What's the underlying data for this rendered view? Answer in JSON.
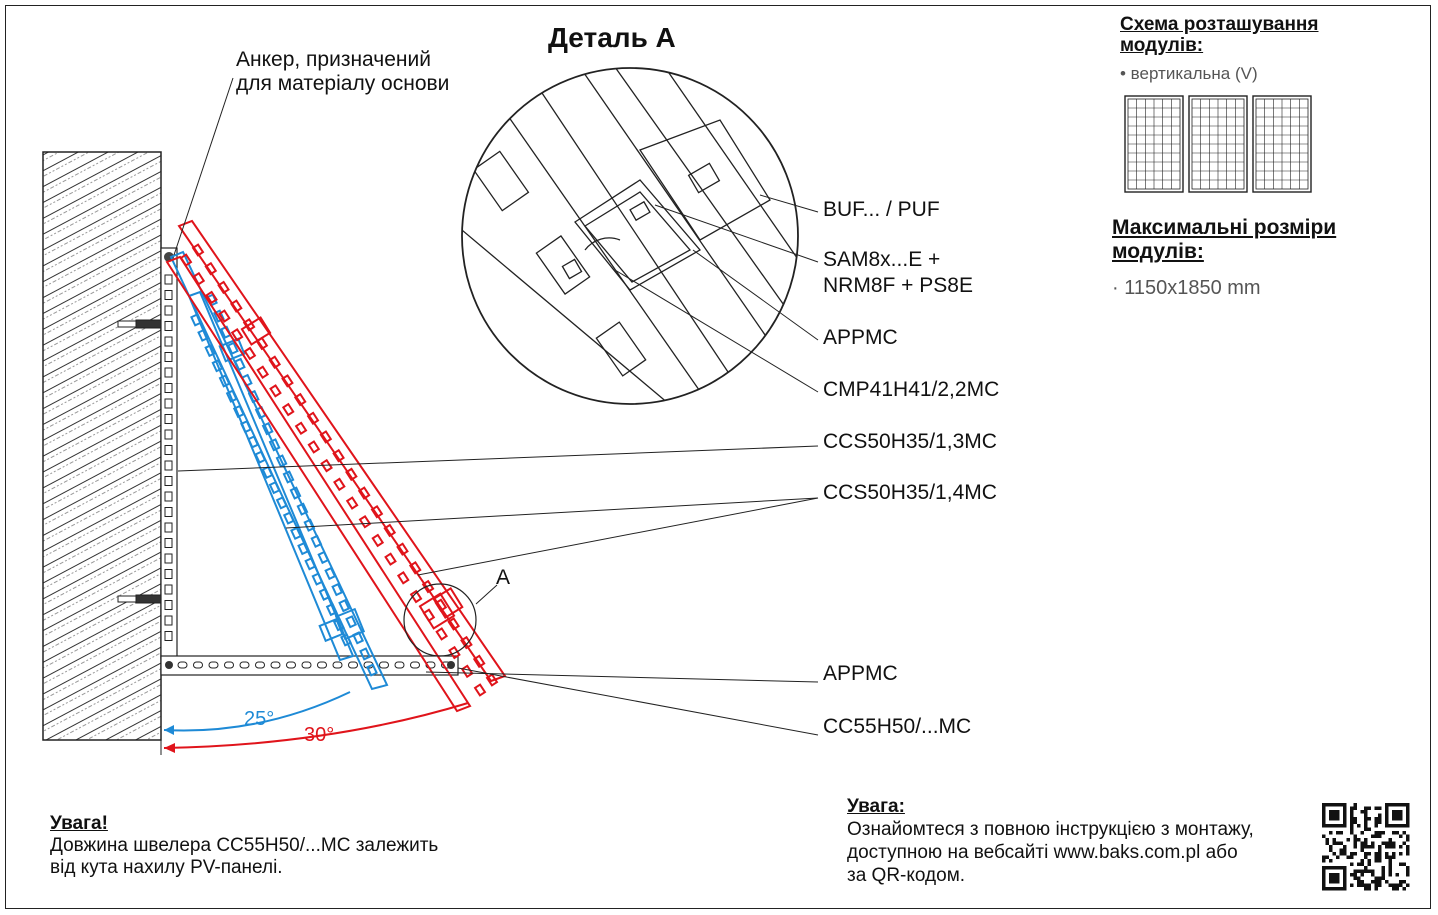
{
  "detail_title": "Деталь А",
  "anchor_label": [
    "Анкер, призначений",
    "для матеріалу основи"
  ],
  "parts": [
    {
      "text": "BUF... / PUF"
    },
    {
      "text": "SAM8x...E +"
    },
    {
      "text": "NRM8F + PS8E"
    },
    {
      "text": "APPMC"
    },
    {
      "text": "CMP41H41/2,2MC"
    },
    {
      "text": "CCS50H35/1,3MC"
    },
    {
      "text": "CCS50H35/1,4MC"
    },
    {
      "text": "APPMC"
    },
    {
      "text": "CC55H50/...MC"
    }
  ],
  "detail_marker": "A",
  "angles": {
    "blue": "25°",
    "red": "30°"
  },
  "side": {
    "layout_heading": [
      "Схема розташування",
      "модулів:"
    ],
    "layout_value": "• вертикальна (V)",
    "size_heading": [
      "Максимальні розміри ",
      "модулів:"
    ],
    "size_value": "· 1150x1850 mm"
  },
  "note_left": {
    "heading": "Увага!",
    "lines": [
      "Довжина швелера CC55H50/...MC залежить",
      "від кута нахилу PV-панелі."
    ]
  },
  "note_right": {
    "heading": "Увага:",
    "lines": [
      "Ознайомтеся з повною інструкцією з монтажу,",
      "доступною на вебсайті www.baks.com.pl або",
      "за QR-кодом."
    ]
  },
  "colors": {
    "blue": "#1e8ad6",
    "red": "#e0141b",
    "line": "#222222"
  },
  "icons": [
    "qr-code-icon",
    "solar-panel-icon"
  ]
}
